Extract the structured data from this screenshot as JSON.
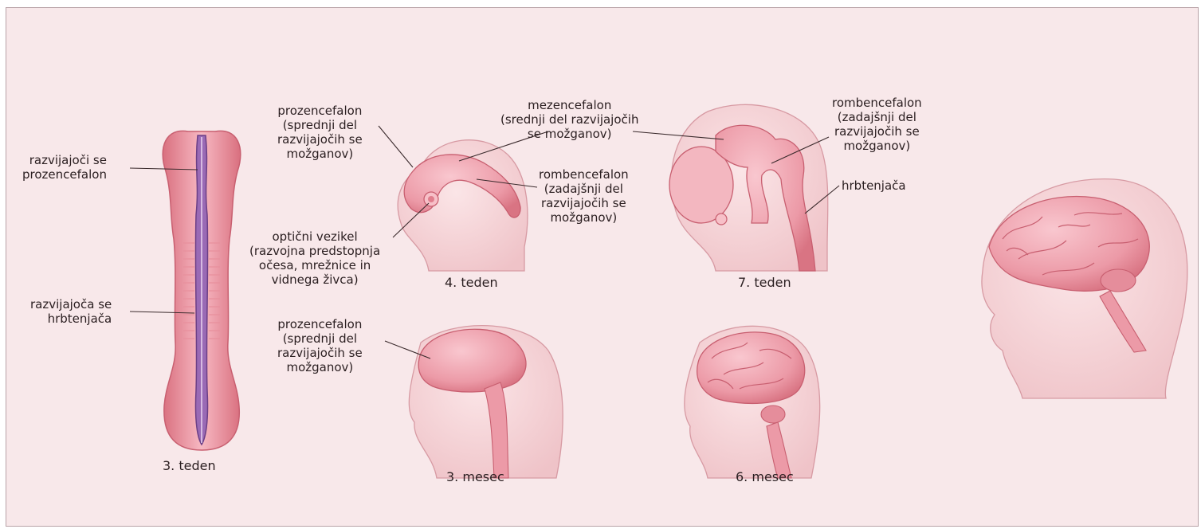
{
  "colors": {
    "background": "#f8e8ea",
    "tissue": "#eea5b0",
    "tissue_dark": "#d9707f",
    "skin": "#f6d3d6",
    "neural_tube": "#8e5fa8",
    "leader_line": "#3a2a2c"
  },
  "stages": [
    {
      "caption": "3. teden"
    },
    {
      "caption": "4. teden"
    },
    {
      "caption": "7. teden"
    },
    {
      "caption": "3. mesec"
    },
    {
      "caption": "6. mesec"
    }
  ],
  "labels": {
    "developing_prosencephalon": "razvijajoči se\nprozencefalon",
    "developing_spinal_cord": "razvijajoča se\nhrbtenjača",
    "prosencephalon_4w": "prozencefalon\n(sprednji del\nrazvijajočih se\nmožganov)",
    "mesencephalon": "mezencefalon\n(srednji del razvijajočih\nse možganov)",
    "rhombencephalon_4w": "rombencefalon\n(zadajšnji del\nrazvijajočih se\nmožganov)",
    "optic_vesicle": "optični vezikel\n(razvojna predstopnja\nočesa, mrežnice in\nvidnega živca)",
    "rhombencephalon_7w": "rombencefalon\n(zadajšnji del\nrazvijajočih se\nmožganov)",
    "spinal_cord_7w": "hrbtenjača",
    "prosencephalon_3m": "prozencefalon\n(sprednji del\nrazvijajočih se\nmožganov)"
  }
}
